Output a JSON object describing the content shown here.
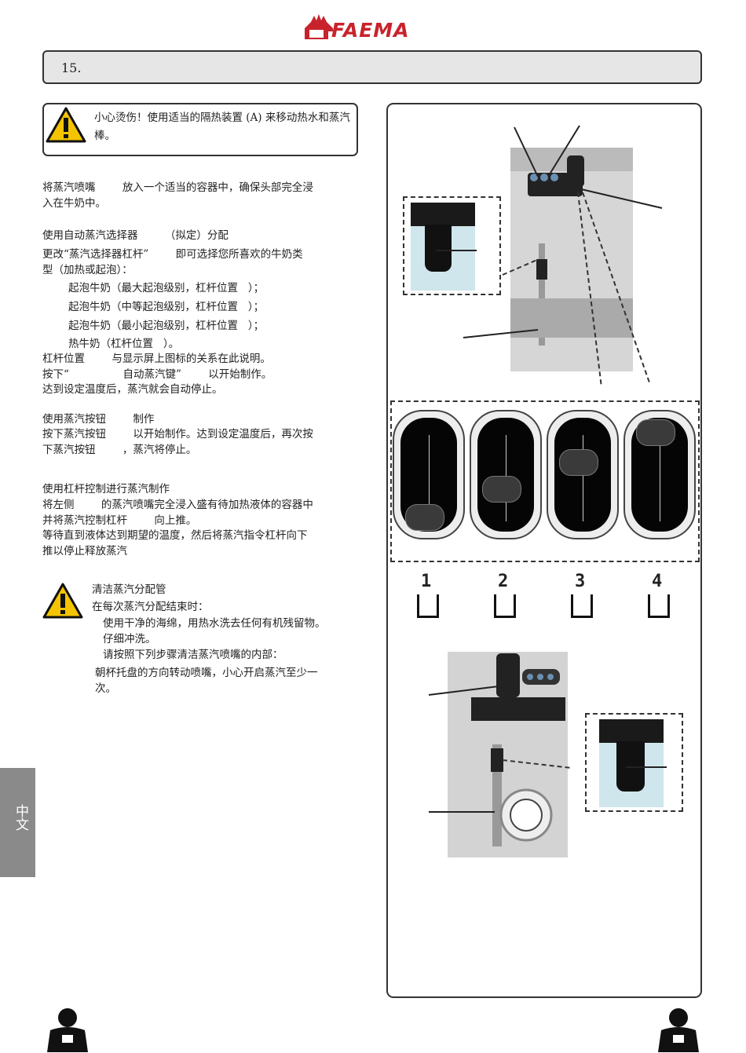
{
  "header": {
    "brand": "FAEMA",
    "section_number": "15."
  },
  "warning": {
    "text": "小心烫伤！使用适当的隔热装置 (A) 来移动热水和蒸汽棒。"
  },
  "paragraphs": {
    "p1": "将蒸汽喷嘴        放入一个适当的容器中，确保头部完全浸\n入在牛奶中。",
    "p2_title": "使用自动蒸汽选择器        （拟定）分配",
    "p2_body": "更改“蒸汽选择器杠杆”        即可选择您所喜欢的牛奶类\n型（加热或起泡）：",
    "item1": "起泡牛奶（最大起泡级别，杠杆位置   ）；",
    "item2": "起泡牛奶（中等起泡级别，杠杆位置   ）；",
    "item3": "起泡牛奶（最小起泡级别，杠杆位置   ）；",
    "item4": "热牛奶（杠杆位置   ）。",
    "p3": "杠杆位置        与显示屏上图标的关系在此说明。\n按下“                自动蒸汽键”        以开始制作。\n达到设定温度后，蒸汽就会自动停止。",
    "p4_title": "使用蒸汽按钮        制作",
    "p4_body": "按下蒸汽按钮        以开始制作。达到设定温度后，再次按\n下蒸汽按钮        ，蒸汽将停止。",
    "p5_title": "使用杠杆控制进行蒸汽制作",
    "p5_body": "将左侧        的蒸汽喷嘴完全浸入盛有待加热液体的容器中\n并将蒸汽控制杠杆        向上推。\n等待直到液体达到期望的温度，然后将蒸汽指令杠杆向下\n推以停止释放蒸汽",
    "clean_title": "清洁蒸汽分配管",
    "clean_intro": "在每次蒸汽分配结束时：",
    "clean1": "使用干净的海绵，用热水洗去任何有机残留物。\n仔细冲洗。",
    "clean2": "请按照下列步骤清洁蒸汽喷嘴的内部：",
    "clean3": "朝杯托盘的方向转动喷嘴，小心开启蒸汽至少一\n次。"
  },
  "figure": {
    "cup_numbers": [
      "1",
      "2",
      "3",
      "4"
    ],
    "lever_levels": [
      1,
      2,
      3,
      4
    ]
  },
  "sidebar": {
    "language": "中文"
  },
  "colors": {
    "brand_red": "#c8232c",
    "tab_gray": "#8a8a8a"
  }
}
